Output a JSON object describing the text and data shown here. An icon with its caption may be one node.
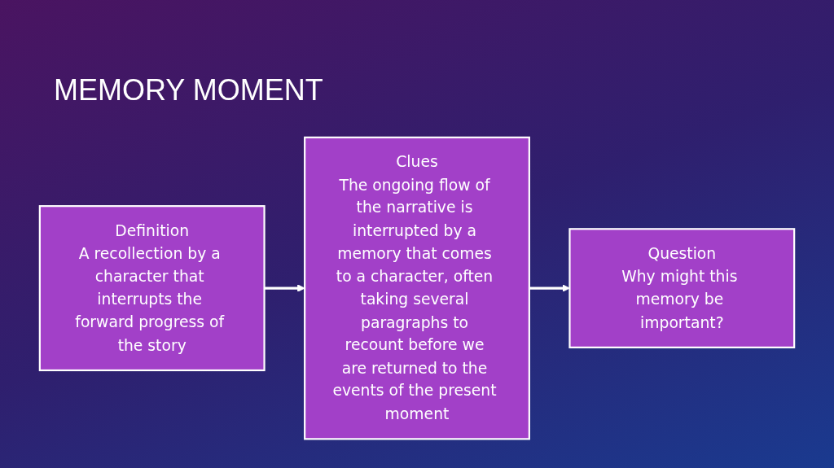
{
  "diagram": {
    "title": "MEMORY MOMENT",
    "nodes": [
      {
        "text": [
          "Definition",
          "A recollection by a character that interrupts the forward progress of the story"
        ]
      },
      {
        "text": [
          "Clues",
          "The ongoing flow of the narrative is interrupted by a memory that comes to a character, often taking several paragraphs to recount before we are returned to the events of the present moment"
        ]
      },
      {
        "text": [
          "Question",
          "Why might this memory be important?"
        ]
      }
    ],
    "edges": [
      {
        "from": 0,
        "to": 1,
        "arrow": "to"
      },
      {
        "from": 1,
        "to": 2,
        "arrow": "to"
      }
    ]
  }
}
